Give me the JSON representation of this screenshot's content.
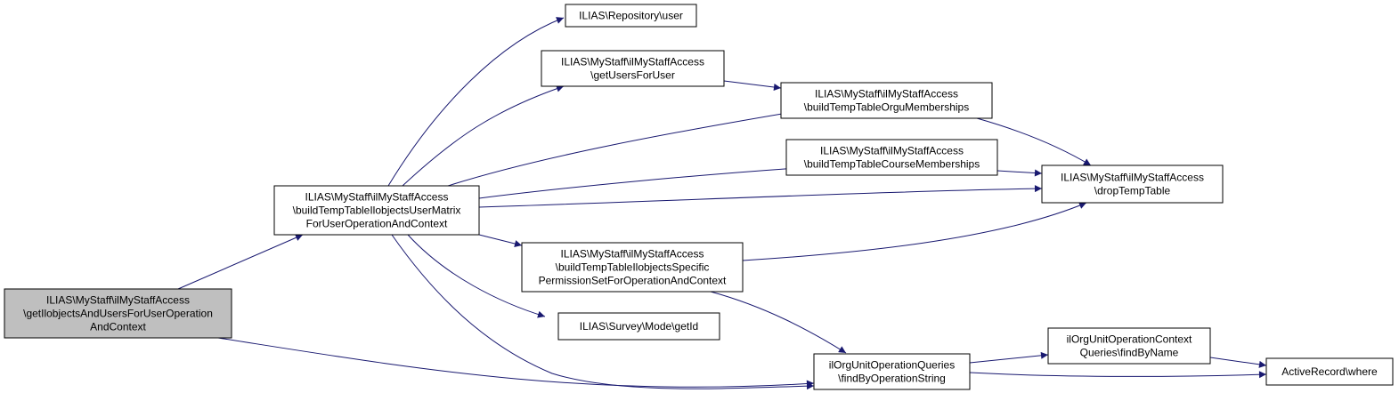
{
  "colors": {
    "edge": "#191970",
    "node_fill": "#ffffff",
    "root_fill": "#bfbfbf",
    "node_stroke": "#000000"
  },
  "nodes": [
    {
      "id": "root",
      "label": [
        "ILIAS\\MyStaff\\ilMyStaffAccess",
        "\\getIlobjectsAndUsersForUserOperation",
        "AndContext"
      ],
      "highlighted": true
    },
    {
      "id": "buildMatrix",
      "label": [
        "ILIAS\\MyStaff\\ilMyStaffAccess",
        "\\buildTempTableIlobjectsUserMatrix",
        "ForUserOperationAndContext"
      ]
    },
    {
      "id": "repoUser",
      "label": [
        "ILIAS\\Repository\\user"
      ]
    },
    {
      "id": "getUsersForUser",
      "label": [
        "ILIAS\\MyStaff\\ilMyStaffAccess",
        "\\getUsersForUser"
      ]
    },
    {
      "id": "orguMemberships",
      "label": [
        "ILIAS\\MyStaff\\ilMyStaffAccess",
        "\\buildTempTableOrguMemberships"
      ]
    },
    {
      "id": "courseMemberships",
      "label": [
        "ILIAS\\MyStaff\\ilMyStaffAccess",
        "\\buildTempTableCourseMemberships"
      ]
    },
    {
      "id": "dropTempTable",
      "label": [
        "ILIAS\\MyStaff\\ilMyStaffAccess",
        "\\dropTempTable"
      ]
    },
    {
      "id": "specificPermission",
      "label": [
        "ILIAS\\MyStaff\\ilMyStaffAccess",
        "\\buildTempTableIlobjectsSpecific",
        "PermissionSetForOperationAndContext"
      ]
    },
    {
      "id": "surveyGetId",
      "label": [
        "ILIAS\\Survey\\Mode\\getId"
      ]
    },
    {
      "id": "findByOperationString",
      "label": [
        "ilOrgUnitOperationQueries",
        "\\findByOperationString"
      ]
    },
    {
      "id": "findByName",
      "label": [
        "ilOrgUnitOperationContext",
        "Queries\\findByName"
      ]
    },
    {
      "id": "arWhere",
      "label": [
        "ActiveRecord\\where"
      ]
    }
  ],
  "edges": [
    {
      "from": "root",
      "to": "buildMatrix"
    },
    {
      "from": "root",
      "to": "findByOperationString"
    },
    {
      "from": "buildMatrix",
      "to": "repoUser"
    },
    {
      "from": "buildMatrix",
      "to": "getUsersForUser"
    },
    {
      "from": "buildMatrix",
      "to": "orguMemberships"
    },
    {
      "from": "buildMatrix",
      "to": "courseMemberships"
    },
    {
      "from": "buildMatrix",
      "to": "dropTempTable"
    },
    {
      "from": "buildMatrix",
      "to": "specificPermission"
    },
    {
      "from": "buildMatrix",
      "to": "surveyGetId"
    },
    {
      "from": "buildMatrix",
      "to": "findByOperationString"
    },
    {
      "from": "getUsersForUser",
      "to": "orguMemberships"
    },
    {
      "from": "orguMemberships",
      "to": "dropTempTable"
    },
    {
      "from": "courseMemberships",
      "to": "dropTempTable"
    },
    {
      "from": "specificPermission",
      "to": "dropTempTable"
    },
    {
      "from": "specificPermission",
      "to": "findByOperationString"
    },
    {
      "from": "findByOperationString",
      "to": "findByName"
    },
    {
      "from": "findByOperationString",
      "to": "arWhere"
    },
    {
      "from": "findByName",
      "to": "arWhere"
    }
  ]
}
